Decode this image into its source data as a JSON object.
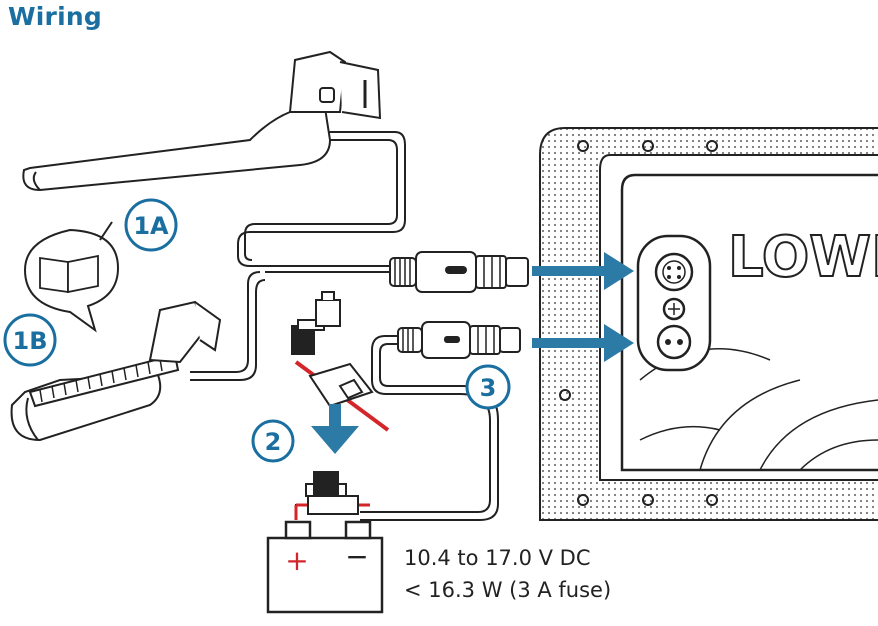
{
  "title": "Wiring",
  "callouts": {
    "c1a": "1A",
    "c1b": "1B",
    "c2": "2",
    "c3": "3"
  },
  "battery": {
    "plus": "+",
    "minus": "−"
  },
  "power_spec": {
    "voltage": "10.4 to 17.0 V DC",
    "power": "< 16.3 W (3 A fuse)"
  },
  "display_brand": "LOWR",
  "colors": {
    "accent": "#1a6fa0",
    "arrow": "#2c7aa6",
    "wire_red": "#d3262b",
    "line": "#222222"
  },
  "icons": [
    "manual-book-icon",
    "arrow-right-icon",
    "arrow-down-icon"
  ]
}
